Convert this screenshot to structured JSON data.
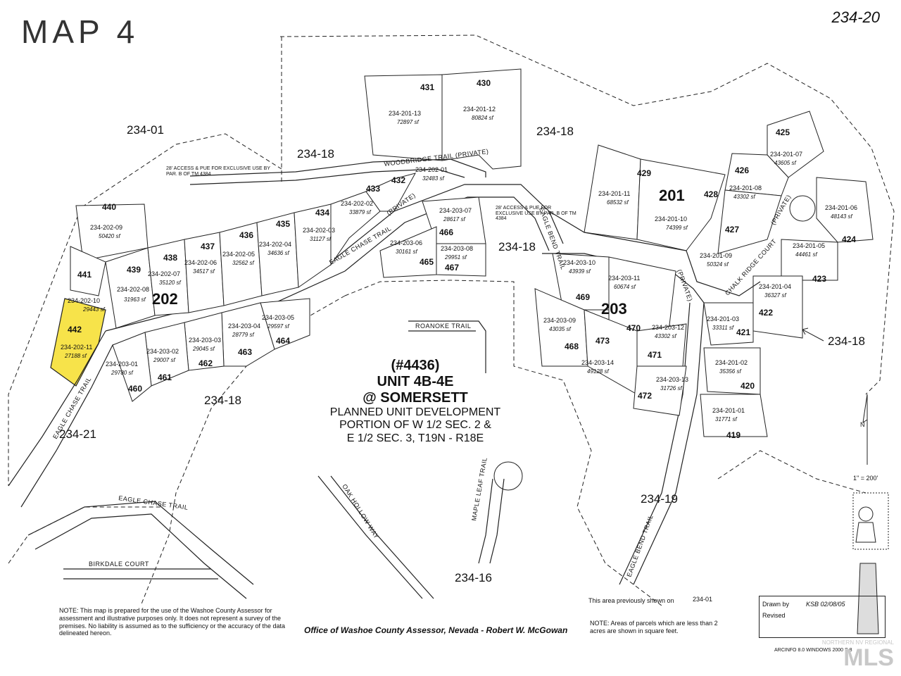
{
  "header": {
    "title": "MAP 4",
    "map_number": "234-20"
  },
  "book_labels": [
    "234-01",
    "234-18",
    "234-18",
    "234-18",
    "234-18",
    "234-18",
    "234-21",
    "234-19",
    "234-16"
  ],
  "section_labels": [
    "202",
    "201",
    "203"
  ],
  "roads": {
    "woodbridge": "WOODBRIDGE TRAIL (PRIVATE)",
    "eagle_chase": "EAGLE CHASE TRAIL",
    "eagle_chase_private": "(PRIVATE)",
    "eagle_chase_sw": "EAGLE CHASE TRAIL",
    "eagle_chase_lower": "EAGLE CHASE TRAIL",
    "eagle_bend": "EAGLE BEND TRAIL",
    "eagle_bend_private": "(PRIVATE)",
    "eagle_bend_lower": "EAGLE BEND TRAIL",
    "chalk_ridge": "CHALK RIDGE COURT",
    "chalk_ridge_private": "(PRIVATE)",
    "roanoke": "ROANOKE TRAIL",
    "birkdale": "BIRKDALE COURT",
    "oak_hollow": "OAK HOLLOW WAY",
    "maple_leaf": "MAPLE LEAF TRAIL"
  },
  "easement_notes": {
    "left": "28' ACCESS & PUE FOR EXCLUSIVE USE BY PAR. B OF TM 4384",
    "right": "28' ACCESS & PUE FOR EXCLUSIVE USE BY PAR. B OF TM 4384"
  },
  "parcels": [
    {
      "lot": "431",
      "apn": "234-201-13",
      "area": "72897 sf"
    },
    {
      "lot": "430",
      "apn": "234-201-12",
      "area": "80824 sf"
    },
    {
      "lot": "440",
      "apn": "234-202-09",
      "area": "50420 sf"
    },
    {
      "lot": "441",
      "apn": "234-202-10",
      "area": "29443 sf"
    },
    {
      "lot": "442",
      "apn": "234-202-11",
      "area": "27188 sf"
    },
    {
      "lot": "439",
      "apn": "234-202-08",
      "area": "31963 sf"
    },
    {
      "lot": "438",
      "apn": "234-202-07",
      "area": "35120 sf"
    },
    {
      "lot": "437",
      "apn": "234-202-06",
      "area": "34517 sf"
    },
    {
      "lot": "436",
      "apn": "234-202-05",
      "area": "32562 sf"
    },
    {
      "lot": "435",
      "apn": "234-202-04",
      "area": "34636 sf"
    },
    {
      "lot": "434",
      "apn": "234-202-03",
      "area": "31127 sf"
    },
    {
      "lot": "433",
      "apn": "234-202-02",
      "area": "33879 sf"
    },
    {
      "lot": "432",
      "apn": "234-202-01",
      "area": "32483 sf"
    },
    {
      "lot": "466",
      "apn": "234-203-07",
      "area": "28617 sf"
    },
    {
      "lot": "465",
      "apn": "234-203-06",
      "area": "30161 sf"
    },
    {
      "lot": "467",
      "apn": "234-203-08",
      "area": "29951 sf"
    },
    {
      "lot": "464",
      "apn": "234-203-05",
      "area": "29597 sf"
    },
    {
      "lot": "463",
      "apn": "234-203-04",
      "area": "28779 sf"
    },
    {
      "lot": "462",
      "apn": "234-203-03",
      "area": "29045 sf"
    },
    {
      "lot": "461",
      "apn": "234-203-02",
      "area": "29007 sf"
    },
    {
      "lot": "460",
      "apn": "234-203-01",
      "area": "29780 sf"
    },
    {
      "lot": "429",
      "apn": "234-201-11",
      "area": "68532 sf"
    },
    {
      "lot": "428",
      "apn": "234-201-10",
      "area": "74399 sf"
    },
    {
      "lot": "425",
      "apn": "234-201-07",
      "area": "43605 sf"
    },
    {
      "lot": "426",
      "apn": "234-201-08",
      "area": "43302 sf"
    },
    {
      "lot": "424",
      "apn": "234-201-06",
      "area": "48143 sf"
    },
    {
      "lot": "427",
      "apn": "234-201-09",
      "area": "50324 sf"
    },
    {
      "lot": "423",
      "apn": "234-201-05",
      "area": "44461 sf"
    },
    {
      "lot": "422",
      "apn": "234-201-04",
      "area": "36327 sf"
    },
    {
      "lot": "421",
      "apn": "234-201-03",
      "area": "33311 sf"
    },
    {
      "lot": "420",
      "apn": "234-201-02",
      "area": "35356 sf"
    },
    {
      "lot": "419",
      "apn": "234-201-01",
      "area": "31771 sf"
    },
    {
      "lot": "469",
      "apn": "234-203-10",
      "area": "43939 sf"
    },
    {
      "lot": "470",
      "apn": "234-203-11",
      "area": "60674 sf"
    },
    {
      "lot": "468",
      "apn": "234-203-09",
      "area": "43035 sf"
    },
    {
      "lot": "473",
      "apn": "234-203-14",
      "area": "49128 sf"
    },
    {
      "lot": "471",
      "apn": "234-203-12",
      "area": "43302 sf"
    },
    {
      "lot": "472",
      "apn": "234-203-13",
      "area": "31726 sf"
    }
  ],
  "title_block": {
    "code": "(#4436)",
    "unit": "UNIT 4B-4E",
    "at": "@ SOMERSETT",
    "pud": "PLANNED UNIT DEVELOPMENT",
    "portion1": "PORTION OF W 1/2 SEC. 2 &",
    "portion2": "E 1/2 SEC. 3, T19N - R18E"
  },
  "notes": {
    "left": "NOTE: This map is prepared for the use of the Washoe County Assessor for assessment and illustrative purposes only. It does not represent a survey of the premises. No liability is assumed as to the sufficiency or the accuracy of the data delineated hereon.",
    "assessor": "Office of Washoe County Assessor, Nevada - Robert W. McGowan",
    "prev_shown": "This area previously shown on",
    "prev_value": "234-01",
    "right": "NOTE: Areas of parcels which are less than 2 acres are shown in square feet.",
    "drawn_by_label": "Drawn by",
    "drawn_by_value": "KSB 02/08/05",
    "revised_label": "Revised",
    "scale": "1\" = 200'",
    "north": "N",
    "footer": "ARCINFO 8.0   WINDOWS 2000 S.8"
  },
  "watermark": {
    "top": "NORTHERN NV REGIONAL",
    "main": "MLS"
  },
  "colors": {
    "highlight": "#f7e34a",
    "ink": "#222222",
    "watermark": "#c8c8c8"
  }
}
